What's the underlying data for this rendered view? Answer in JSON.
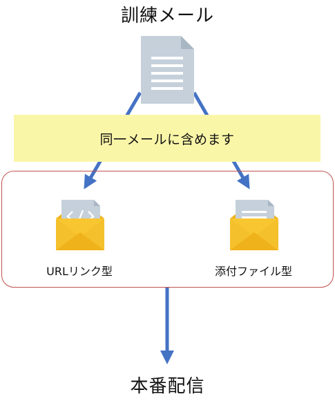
{
  "title": "訓練メール",
  "band_text": "同一メールに含めます",
  "items": [
    {
      "label": "URLリンク型",
      "icon": "envelope-code-icon"
    },
    {
      "label": "添付ファイル型",
      "icon": "envelope-document-icon"
    }
  ],
  "bottom_title": "本番配信",
  "top_icon": "document-icon",
  "colors": {
    "arrow": "#4472c4",
    "band": "#faf6a8",
    "group_border": "#c0504d",
    "document": "#c5d0db",
    "document_lines": "#ffffff",
    "envelope_body": "#f7c631",
    "envelope_dark": "#f0b21b"
  }
}
